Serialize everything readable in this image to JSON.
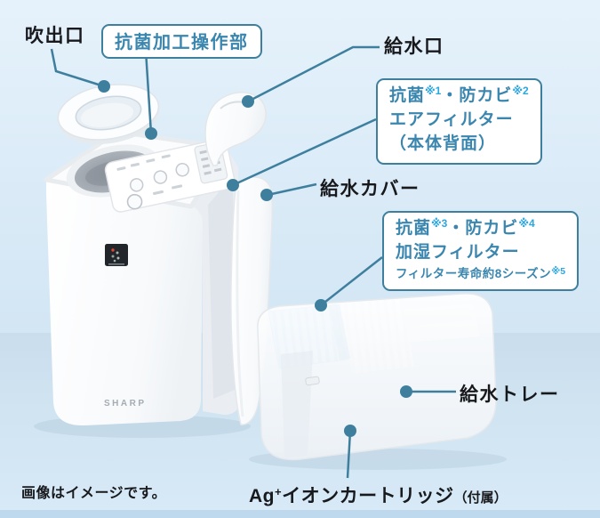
{
  "colors": {
    "accent": "#3e7f9e",
    "ref_blue": "#2aa6e0",
    "label_black": "#17191c"
  },
  "brand": "SHARP",
  "note": "画像はイメージです。",
  "callouts": {
    "air_outlet": "吹出口",
    "control_panel": "抗菌加工操作部",
    "water_inlet": "給水口",
    "water_cover": "給水カバー",
    "water_tray": "給水トレー"
  },
  "air_filter_box": {
    "part1": "抗菌",
    "ref1": "※1",
    "part2": "・防カビ",
    "ref2": "※2",
    "line2": "エアフィルター",
    "line3": "（本体背面）"
  },
  "humidifying_filter_box": {
    "part1": "抗菌",
    "ref1": "※3",
    "part2": "・防カビ",
    "ref2": "※4",
    "line2": "加湿フィルター",
    "life": "フィルター寿命約8シーズン",
    "life_ref": "※5"
  },
  "ag_cartridge": {
    "part1": "Ag",
    "sup": "+",
    "part2": "イオンカートリッジ",
    "part3": "（付属）"
  }
}
